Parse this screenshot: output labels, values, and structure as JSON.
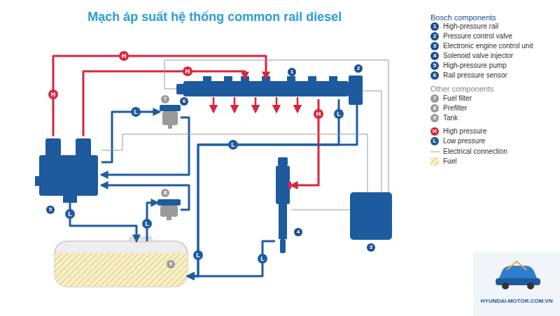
{
  "diagram": {
    "title": "Mạch áp suất hệ thống common rail diesel",
    "nodes": [
      {
        "text": [
          "1"
        ]
      },
      {
        "text": [
          "2"
        ]
      },
      {
        "text": [
          "3"
        ]
      },
      {
        "text": [
          "4"
        ]
      },
      {
        "text": [
          "5"
        ]
      },
      {
        "text": [
          "6"
        ]
      },
      {
        "text": [
          "7"
        ]
      },
      {
        "text": [
          "8"
        ]
      },
      {
        "text": [
          "9"
        ]
      }
    ],
    "edges": [
      {
        "from": 4,
        "to": 0,
        "arrow": "to",
        "label": "H"
      },
      {
        "from": 4,
        "to": 0,
        "arrow": "to",
        "label": "H"
      },
      {
        "from": 0,
        "to": 3,
        "arrow": "to",
        "label": "H"
      },
      {
        "from": 0,
        "to": 8,
        "arrow": "to",
        "label": "L"
      },
      {
        "from": 1,
        "to": 8,
        "arrow": "to",
        "label": "L"
      },
      {
        "from": 3,
        "to": 8,
        "arrow": "to",
        "label": "L"
      },
      {
        "from": 4,
        "to": 8,
        "arrow": "to",
        "label": "L"
      },
      {
        "from": 8,
        "to": 7,
        "arrow": "to",
        "label": "L"
      },
      {
        "from": 7,
        "to": 4,
        "arrow": "to"
      },
      {
        "from": 4,
        "to": 6,
        "arrow": "to",
        "label": "L"
      },
      {
        "from": 6,
        "to": 4,
        "arrow": "to"
      },
      {
        "from": 2,
        "to": 5,
        "arrow": "none"
      },
      {
        "from": 2,
        "to": 1,
        "arrow": "none"
      },
      {
        "from": 2,
        "to": 4,
        "arrow": "none"
      },
      {
        "from": 2,
        "to": 3,
        "arrow": "none"
      }
    ],
    "labels": [
      "Bosch components",
      "1",
      "2",
      "3",
      "4",
      "5",
      "6",
      "Other components",
      "7",
      "8",
      "9",
      "H",
      "L",
      "H",
      "L",
      "HYUNDAI-MOTOR.COM.VN"
    ],
    "legend": [
      {
        "text": "High-pressure rail"
      },
      {
        "text": "Pressure control valve"
      },
      {
        "text": "Electronic engine control unit"
      },
      {
        "text": "Solenoid valve injector"
      },
      {
        "text": "High-pressure pump"
      },
      {
        "text": "Rail pressure sensor"
      },
      {
        "text": "Fuel filter"
      },
      {
        "text": "Prefilter"
      },
      {
        "text": "Tank"
      },
      {
        "text": "High pressure",
        "color": "#d7263d"
      },
      {
        "text": "Low pressure",
        "color": "#1f5c9f"
      },
      {
        "text": "Electrical connection"
      },
      {
        "text": "Fuel"
      }
    ]
  }
}
